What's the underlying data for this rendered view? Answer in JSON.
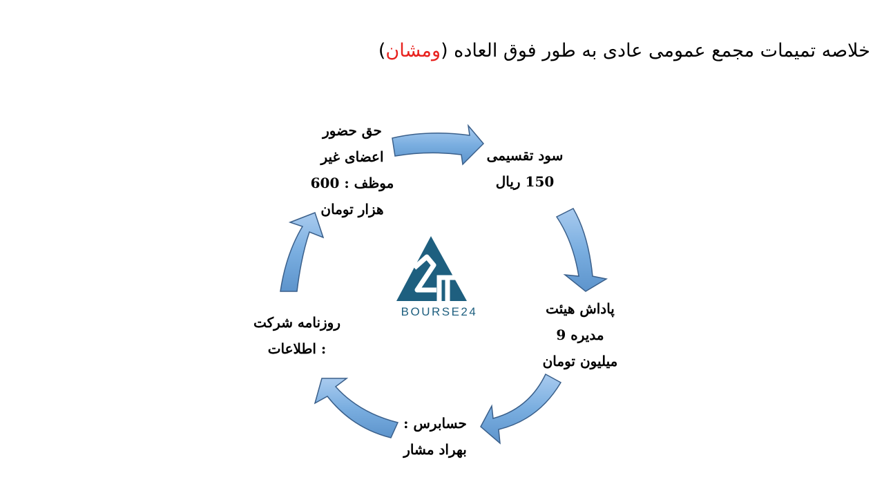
{
  "title": {
    "main": "خلاصه تمیمات مجمع عمومی عادی به طور فوق العاده (",
    "highlight": "ومشان",
    "close": ")"
  },
  "logo": {
    "text": "BOURSE24",
    "icon": "bourse24-logo"
  },
  "colors": {
    "arrow_fill": "#7aaee0",
    "arrow_stroke": "#3a5f8a",
    "logo": "#1e5f7f",
    "highlight": "#e8231f"
  },
  "cycle": {
    "attendance": [
      "حق حضور",
      "اعضای غیر",
      "موظف : 600",
      "هزار تومان"
    ],
    "dividend": [
      "سود تقسیمی",
      "150 ریال"
    ],
    "bonus": [
      "پاداش هیئت",
      "مدیره 9",
      "میلیون تومان"
    ],
    "auditor": [
      "حسابرس :",
      "بهراد مشار"
    ],
    "newspaper": [
      "روزنامه شرکت",
      ": اطلاعات"
    ]
  }
}
